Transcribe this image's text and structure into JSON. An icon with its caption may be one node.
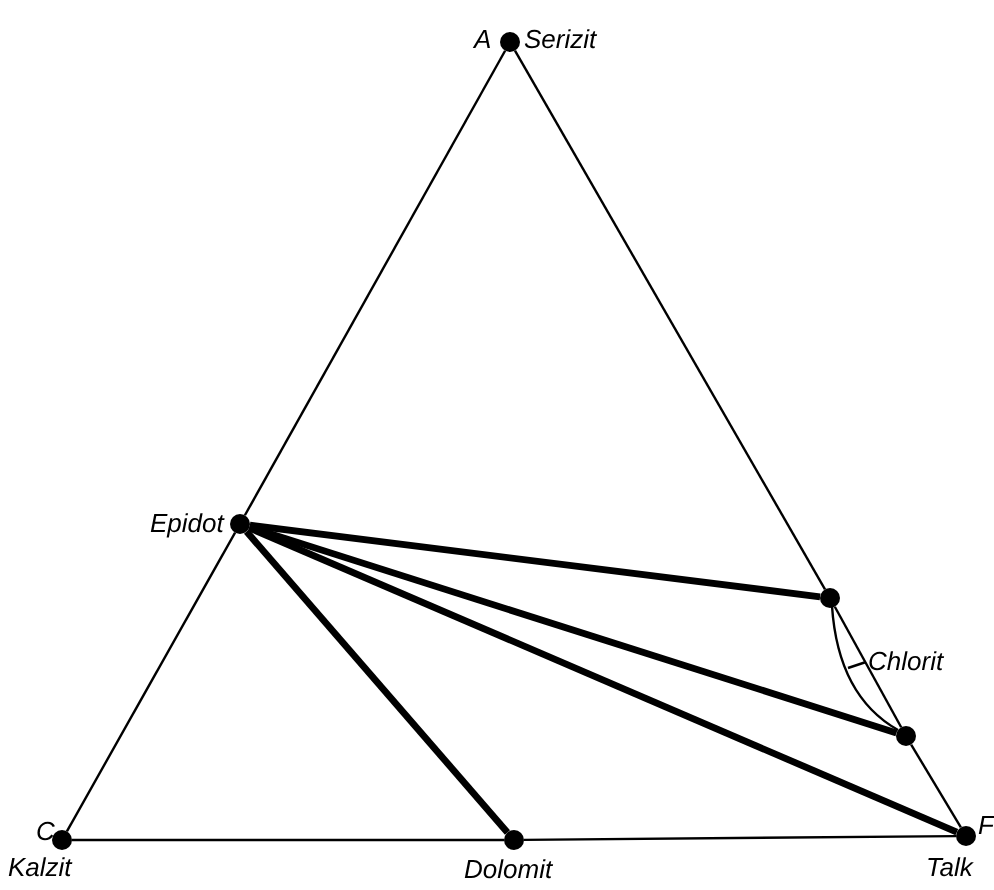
{
  "diagram": {
    "nodes": [
      {
        "text": [],
        "shape": "circle",
        "beside": [
          "A",
          "Serizit"
        ]
      },
      {
        "text": [],
        "shape": "circle",
        "beside": [
          "Epidot"
        ]
      },
      {
        "text": [],
        "shape": "circle"
      },
      {
        "text": [
          "Chlorit"
        ]
      },
      {
        "text": [],
        "shape": "circle"
      },
      {
        "text": [],
        "shape": "circle",
        "beside": [
          "C",
          "Kalzit"
        ]
      },
      {
        "text": [],
        "shape": "circle",
        "beside": [
          "Dolomit"
        ]
      },
      {
        "text": [],
        "shape": "circle",
        "beside": [
          "F",
          "Talk"
        ]
      }
    ],
    "edges": [
      {
        "from": 0,
        "to": 1,
        "arrow": "none"
      },
      {
        "from": 1,
        "to": 5,
        "arrow": "none"
      },
      {
        "from": 5,
        "to": 6,
        "arrow": "none"
      },
      {
        "from": 6,
        "to": 7,
        "arrow": "none"
      },
      {
        "from": 0,
        "to": 2,
        "arrow": "none"
      },
      {
        "from": 2,
        "to": 4,
        "arrow": "none"
      },
      {
        "from": 4,
        "to": 7,
        "arrow": "none"
      },
      {
        "from": 1,
        "to": 2,
        "arrow": "none",
        "style": "thick"
      },
      {
        "from": 1,
        "to": 4,
        "arrow": "none",
        "style": "thick"
      },
      {
        "from": 1,
        "to": 7,
        "arrow": "none",
        "style": "thick"
      },
      {
        "from": 1,
        "to": 6,
        "arrow": "none",
        "style": "thick"
      },
      {
        "from": 3,
        "to": null,
        "arrow": "none"
      }
    ]
  }
}
